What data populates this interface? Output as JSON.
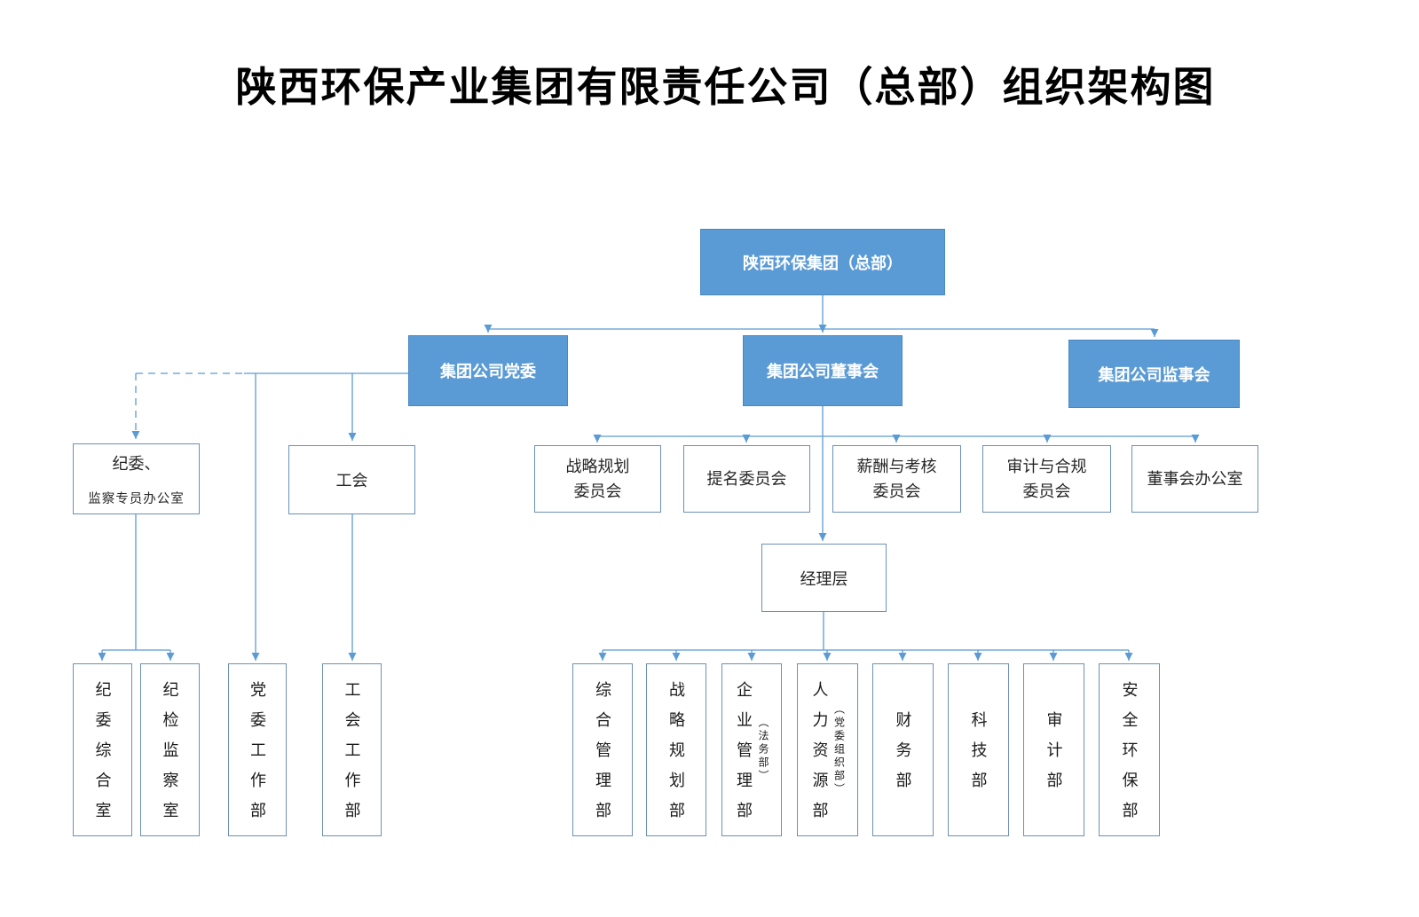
{
  "title": "陕西环保产业集团有限责任公司（总部）组织架构图",
  "colors": {
    "node_blue": "#5B9BD5",
    "connector_blue": "#5B9BD5",
    "white_box_border": "#6b90b8"
  },
  "nodes": {
    "root": "陕西环保集团（总部）",
    "party": "集团公司党委",
    "board": "集团公司董事会",
    "supervisory": "集团公司监事会",
    "discipline_office": {
      "lines": [
        "纪委、",
        "监察专员办公室"
      ]
    },
    "union": "工会",
    "manager": "经理层",
    "committees": [
      {
        "lines": [
          "战略规划",
          "委员会"
        ]
      },
      {
        "lines": [
          "提名委员会"
        ]
      },
      {
        "lines": [
          "薪酬与考核",
          "委员会"
        ]
      },
      {
        "lines": [
          "审计与合规",
          "委员会"
        ]
      },
      {
        "lines": [
          "董事会办公室"
        ]
      }
    ],
    "party_departments": [
      "纪委综合室",
      "纪检监察室",
      "党委工作部",
      "工会工作部"
    ],
    "departments": [
      {
        "label": "综合管理部"
      },
      {
        "label": "战略规划部"
      },
      {
        "label": "企业管理部",
        "sub": "（法务部）"
      },
      {
        "label": "人力资源部",
        "sub": "（党委组织部）"
      },
      {
        "label": "财务部"
      },
      {
        "label": "科技部"
      },
      {
        "label": "审计部"
      },
      {
        "label": "安全环保部"
      }
    ]
  }
}
